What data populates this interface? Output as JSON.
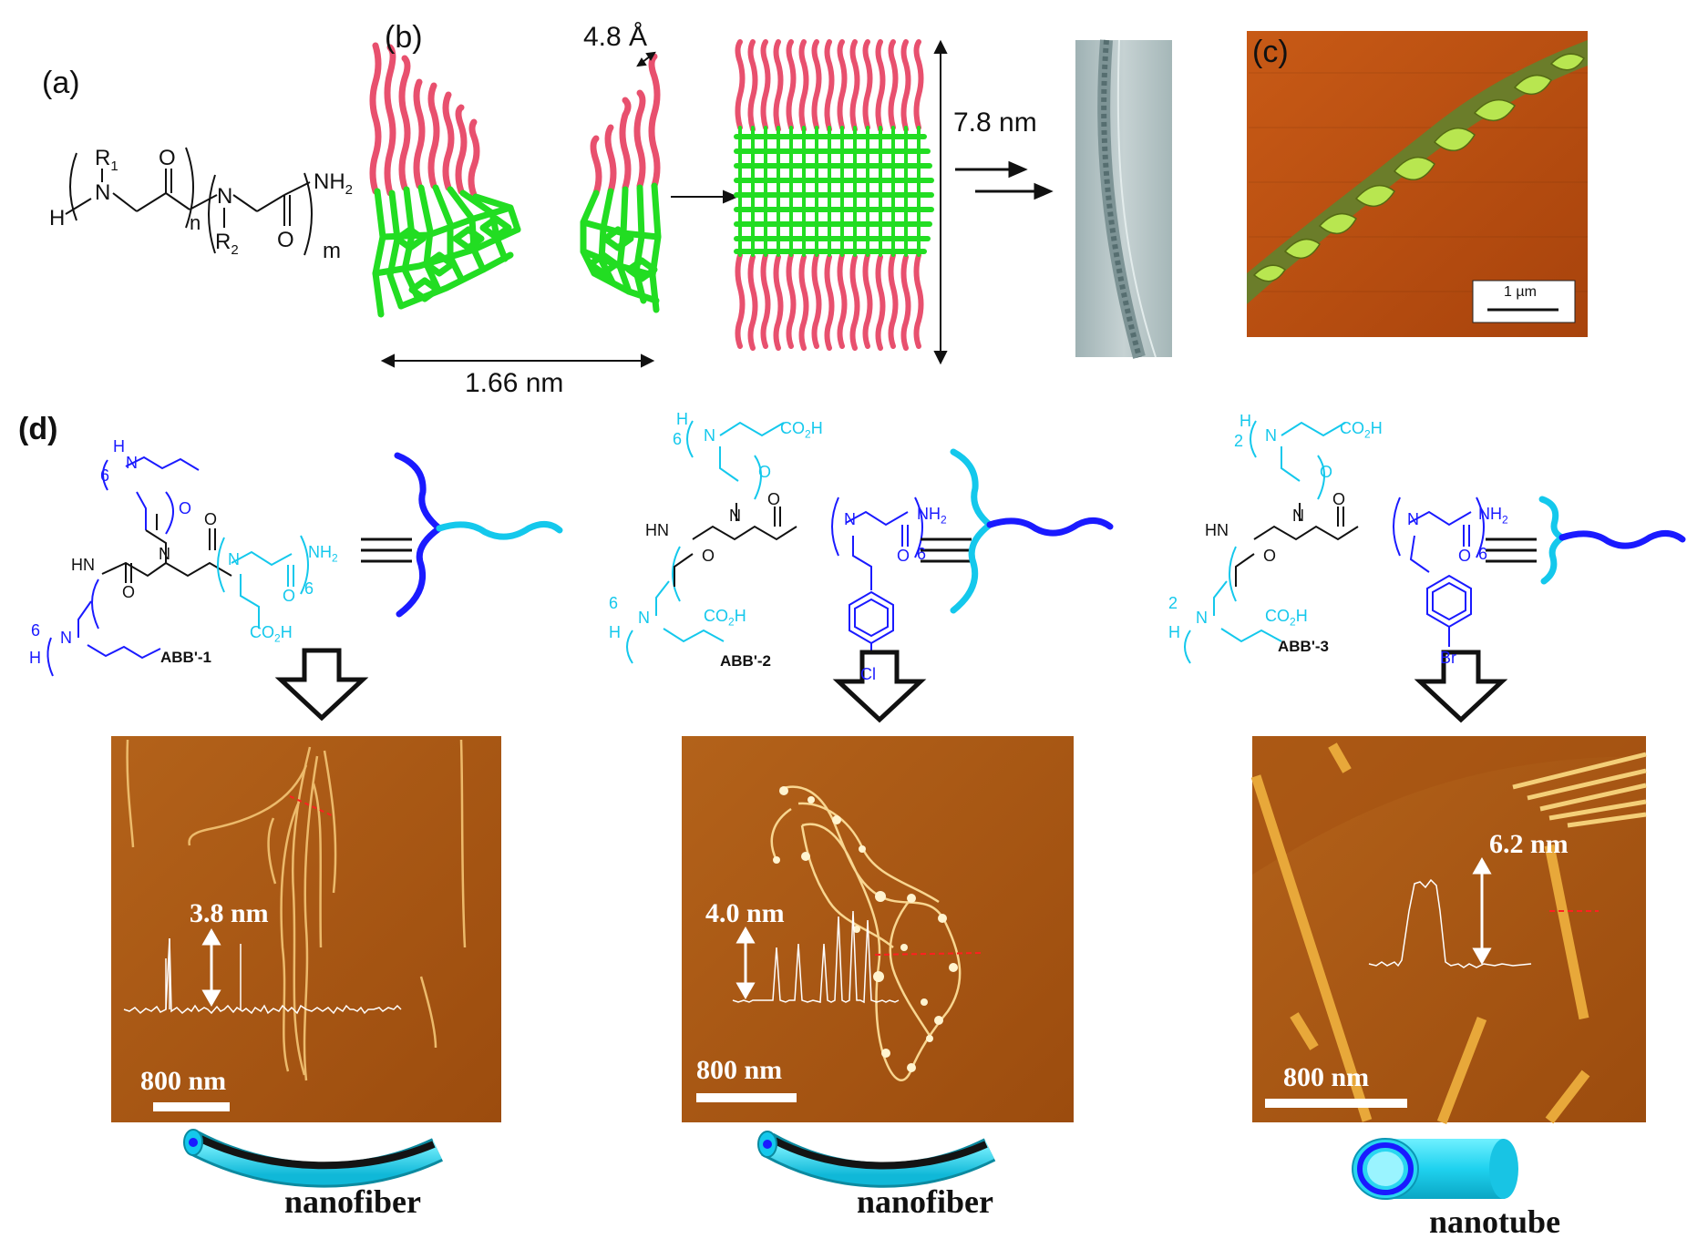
{
  "panels": {
    "a": "(a)",
    "b": "(b)",
    "c": "(c)",
    "d": "(d)"
  },
  "panel_a": {
    "r1": "R",
    "r1_sub": "1",
    "r2": "R",
    "r2_sub": "2",
    "n": "n",
    "m": "m",
    "h": "H",
    "nh2": "NH",
    "nh2_sub": "2",
    "n_atom": "N",
    "o_atom": "O"
  },
  "panel_b": {
    "spacing": "4.8 Å",
    "width": "1.66 nm",
    "height": "7.8 nm"
  },
  "panel_c": {
    "scale": "1 µm"
  },
  "panel_d": {
    "compounds": [
      {
        "name": "ABB'-1",
        "scale": "800 nm",
        "height": "3.8 nm",
        "morphology": "nanofiber"
      },
      {
        "name": "ABB'-2",
        "scale": "800 nm",
        "height": "4.0 nm",
        "morphology": "nanofiber"
      },
      {
        "name": "ABB'-3",
        "scale": "800 nm",
        "height": "6.2 nm",
        "morphology": "nanotube"
      }
    ],
    "chem": {
      "h": "H",
      "n": "N",
      "o": "O",
      "hn": "HN",
      "nh2": "NH",
      "nh2_sub": "2",
      "co2h": "CO",
      "co2h_sub": "2",
      "co2h_end": "H",
      "six": "6",
      "two": "2",
      "cl": "Cl",
      "br": "Br"
    }
  },
  "colors": {
    "lipid_red": "#e8506e",
    "peptide_green": "#22dd22",
    "afm_brown": "#a0520f",
    "blue": "#1a1aff",
    "cyan": "#14c8ec"
  }
}
